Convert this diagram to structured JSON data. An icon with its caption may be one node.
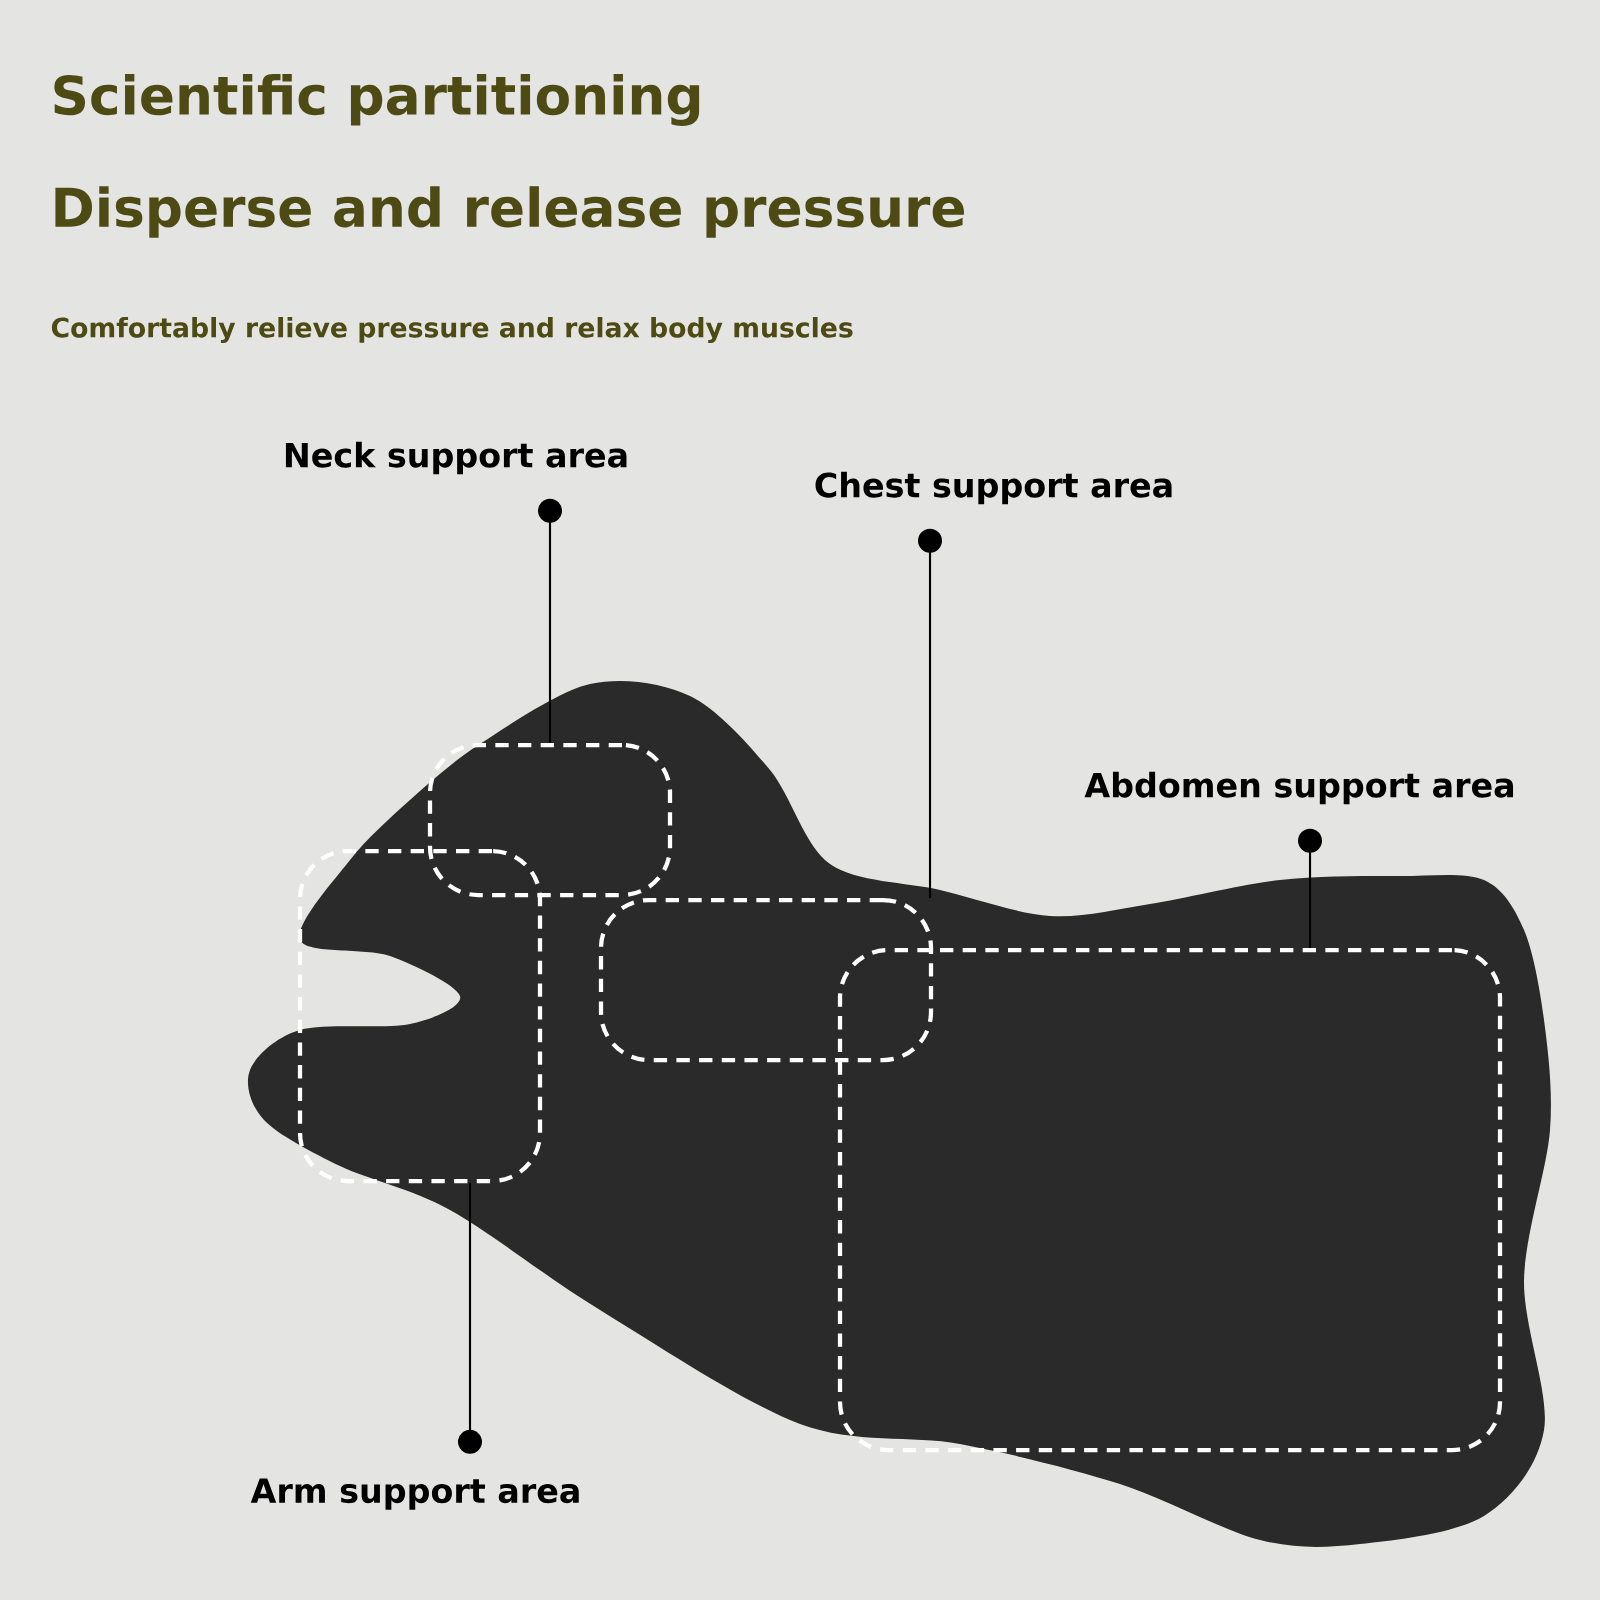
{
  "diagram": {
    "title": "Scientific partitioning",
    "nodes": [
      {
        "text": [
          "Neck support area"
        ]
      },
      {
        "text": [
          "Chest support area"
        ]
      },
      {
        "text": [
          "Abdomen support area"
        ]
      },
      {
        "text": [
          "Arm support area"
        ]
      },
      {
        "text": [],
        "shape": "region"
      },
      {
        "text": [],
        "shape": "region"
      },
      {
        "text": [],
        "shape": "region"
      },
      {
        "text": [],
        "shape": "region"
      }
    ],
    "edges": [
      {
        "from": 0,
        "to": 4,
        "arrow": "other"
      },
      {
        "from": 1,
        "to": 5,
        "arrow": "other"
      },
      {
        "from": 2,
        "to": 6,
        "arrow": "other"
      },
      {
        "from": 3,
        "to": 7,
        "arrow": "other"
      }
    ],
    "labels": [
      "Disperse and release pressure",
      "Comfortably relieve pressure and relax body muscles"
    ]
  }
}
